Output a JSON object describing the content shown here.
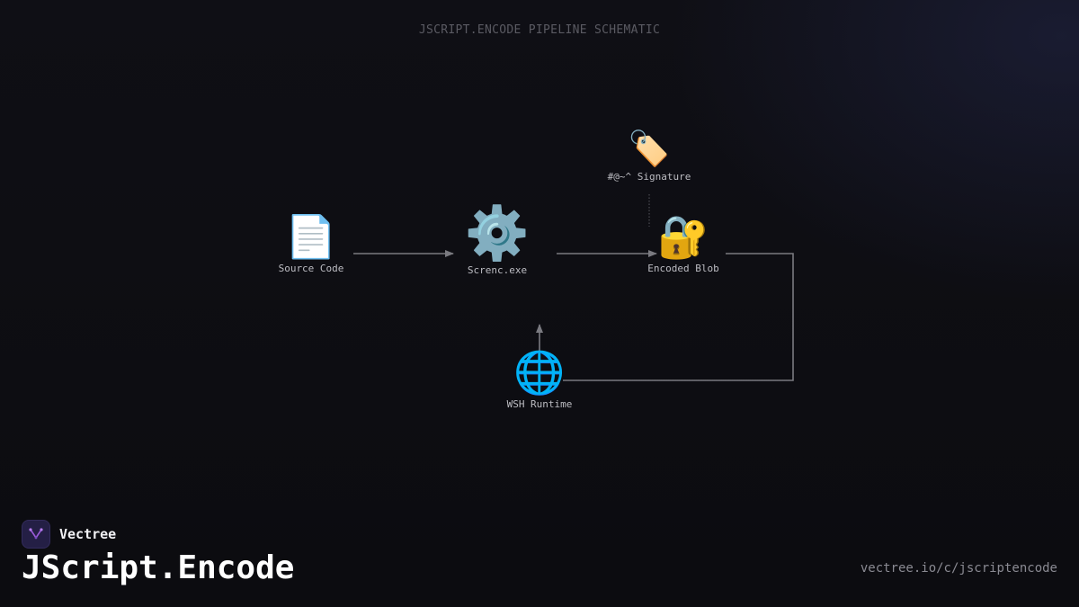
{
  "diagram": {
    "title": "JSCRIPT.ENCODE PIPELINE SCHEMATIC",
    "nodes": [
      {
        "id": "source",
        "label": "Source Code",
        "icon": "page-facing-up-icon",
        "glyph": "📄"
      },
      {
        "id": "screnc",
        "label": "Screnc.exe",
        "icon": "gear-icon",
        "glyph": "⚙️"
      },
      {
        "id": "signature",
        "label": "#@~^ Signature",
        "icon": "label-tag-icon",
        "glyph": "🏷️"
      },
      {
        "id": "blob",
        "label": "Encoded Blob",
        "icon": "locked-with-key-icon",
        "glyph": "🔐"
      },
      {
        "id": "wsh",
        "label": "WSH Runtime",
        "icon": "globe-icon",
        "glyph": "🌐"
      }
    ],
    "edges": [
      {
        "from": "source",
        "to": "screnc",
        "style": "solid-arrow"
      },
      {
        "from": "screnc",
        "to": "blob",
        "style": "solid-arrow"
      },
      {
        "from": "signature",
        "to": "blob",
        "style": "dotted"
      },
      {
        "from": "blob",
        "to": "wsh",
        "style": "solid-elbow"
      },
      {
        "from": "wsh",
        "to": "screnc",
        "style": "solid-arrow"
      }
    ]
  },
  "brand": {
    "name": "Vectree",
    "logo_icon": "vectree-logo-icon",
    "product_title": "JScript.Encode",
    "url": "vectree.io/c/jscriptencode"
  },
  "colors": {
    "background": "#0e0e13",
    "edge": "#7a7a80",
    "logo_bg": "#241f45",
    "logo_accent": "#9a5bd8"
  }
}
